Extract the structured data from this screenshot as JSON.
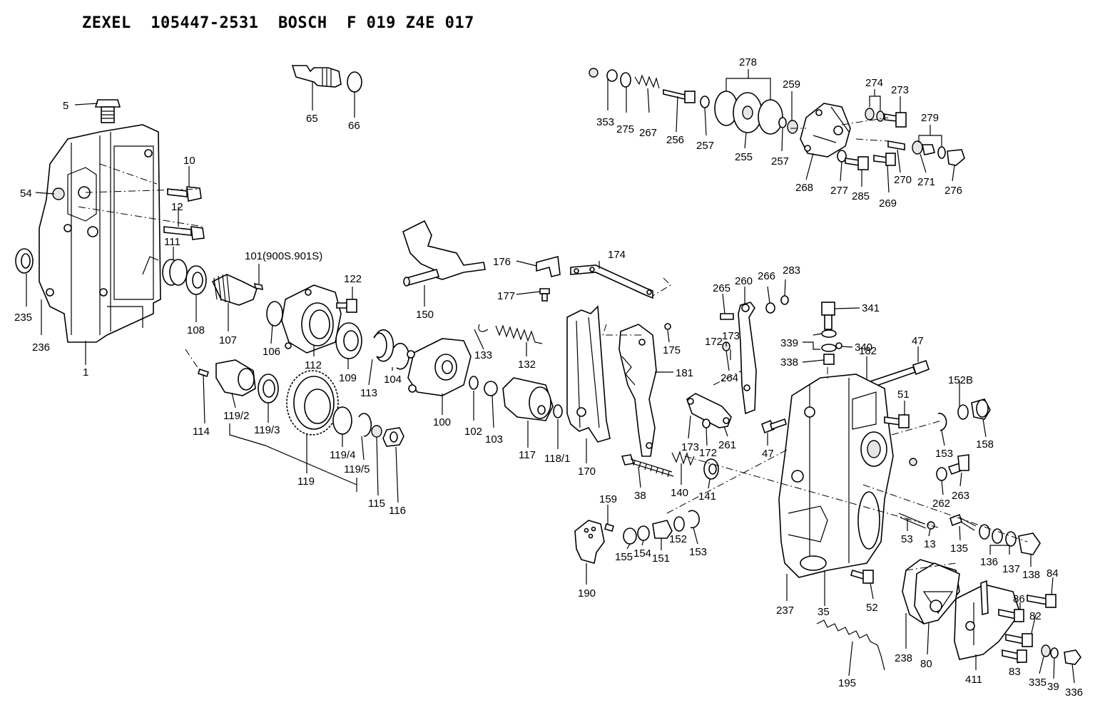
{
  "header": {
    "maker1": "ZEXEL",
    "pump_no": "105447-2531",
    "maker2": "BOSCH",
    "bosch_no": "F 019 Z4E 017"
  },
  "callouts": [
    {
      "id": "c5",
      "text": "5"
    },
    {
      "id": "c10",
      "text": "10"
    },
    {
      "id": "c54",
      "text": "54"
    },
    {
      "id": "c12",
      "text": "12"
    },
    {
      "id": "c111",
      "text": "111"
    },
    {
      "id": "c235",
      "text": "235"
    },
    {
      "id": "c236",
      "text": "236"
    },
    {
      "id": "c1",
      "text": "1"
    },
    {
      "id": "c108",
      "text": "108"
    },
    {
      "id": "c107",
      "text": "107"
    },
    {
      "id": "c101",
      "text": "101(900S.901S)"
    },
    {
      "id": "c106",
      "text": "106"
    },
    {
      "id": "c112",
      "text": "112"
    },
    {
      "id": "c122",
      "text": "122"
    },
    {
      "id": "c109",
      "text": "109"
    },
    {
      "id": "c113",
      "text": "113"
    },
    {
      "id": "c104",
      "text": "104"
    },
    {
      "id": "c65",
      "text": "65"
    },
    {
      "id": "c66",
      "text": "66"
    },
    {
      "id": "c114",
      "text": "114"
    },
    {
      "id": "c1192",
      "text": "119/2"
    },
    {
      "id": "c1193",
      "text": "119/3"
    },
    {
      "id": "c119",
      "text": "119"
    },
    {
      "id": "c1194",
      "text": "119/4"
    },
    {
      "id": "c1195",
      "text": "119/5"
    },
    {
      "id": "c115",
      "text": "115"
    },
    {
      "id": "c116",
      "text": "116"
    },
    {
      "id": "c150",
      "text": "150"
    },
    {
      "id": "c176",
      "text": "176"
    },
    {
      "id": "c177",
      "text": "177"
    },
    {
      "id": "c174",
      "text": "174"
    },
    {
      "id": "c133",
      "text": "133"
    },
    {
      "id": "c132",
      "text": "132"
    },
    {
      "id": "c100",
      "text": "100"
    },
    {
      "id": "c102",
      "text": "102"
    },
    {
      "id": "c103",
      "text": "103"
    },
    {
      "id": "c117",
      "text": "117"
    },
    {
      "id": "c1181",
      "text": "118/1"
    },
    {
      "id": "c170",
      "text": "170"
    },
    {
      "id": "c175",
      "text": "175"
    },
    {
      "id": "c181",
      "text": "181"
    },
    {
      "id": "c38",
      "text": "38"
    },
    {
      "id": "c140",
      "text": "140"
    },
    {
      "id": "c141",
      "text": "141"
    },
    {
      "id": "c159",
      "text": "159"
    },
    {
      "id": "c190",
      "text": "190"
    },
    {
      "id": "c155",
      "text": "155"
    },
    {
      "id": "c154",
      "text": "154"
    },
    {
      "id": "c151",
      "text": "151"
    },
    {
      "id": "c152",
      "text": "152"
    },
    {
      "id": "c153a",
      "text": "153"
    },
    {
      "id": "c353",
      "text": "353"
    },
    {
      "id": "c275",
      "text": "275"
    },
    {
      "id": "c267",
      "text": "267"
    },
    {
      "id": "c256",
      "text": "256"
    },
    {
      "id": "c257a",
      "text": "257"
    },
    {
      "id": "c278",
      "text": "278"
    },
    {
      "id": "c255",
      "text": "255"
    },
    {
      "id": "c257b",
      "text": "257"
    },
    {
      "id": "c259",
      "text": "259"
    },
    {
      "id": "c268",
      "text": "268"
    },
    {
      "id": "c274",
      "text": "274"
    },
    {
      "id": "c273",
      "text": "273"
    },
    {
      "id": "c279",
      "text": "279"
    },
    {
      "id": "c277",
      "text": "277"
    },
    {
      "id": "c285",
      "text": "285"
    },
    {
      "id": "c269",
      "text": "269"
    },
    {
      "id": "c270",
      "text": "270"
    },
    {
      "id": "c271",
      "text": "271"
    },
    {
      "id": "c276",
      "text": "276"
    },
    {
      "id": "c265",
      "text": "265"
    },
    {
      "id": "c260",
      "text": "260"
    },
    {
      "id": "c266",
      "text": "266"
    },
    {
      "id": "c283",
      "text": "283"
    },
    {
      "id": "c172a",
      "text": "172"
    },
    {
      "id": "c173a",
      "text": "173"
    },
    {
      "id": "c264",
      "text": "264"
    },
    {
      "id": "c173b",
      "text": "173"
    },
    {
      "id": "c172b",
      "text": "172"
    },
    {
      "id": "c261",
      "text": "261"
    },
    {
      "id": "c341",
      "text": "341"
    },
    {
      "id": "c339",
      "text": "339"
    },
    {
      "id": "c340",
      "text": "340"
    },
    {
      "id": "c338",
      "text": "338"
    },
    {
      "id": "c182",
      "text": "182"
    },
    {
      "id": "c47a",
      "text": "47"
    },
    {
      "id": "c47b",
      "text": "47"
    },
    {
      "id": "c51",
      "text": "51"
    },
    {
      "id": "c152b",
      "text": "152B"
    },
    {
      "id": "c153b",
      "text": "153"
    },
    {
      "id": "c158",
      "text": "158"
    },
    {
      "id": "c262",
      "text": "262"
    },
    {
      "id": "c263",
      "text": "263"
    },
    {
      "id": "c53",
      "text": "53"
    },
    {
      "id": "c13",
      "text": "13"
    },
    {
      "id": "c135",
      "text": "135"
    },
    {
      "id": "c136",
      "text": "136"
    },
    {
      "id": "c137",
      "text": "137"
    },
    {
      "id": "c138",
      "text": "138"
    },
    {
      "id": "c84",
      "text": "84"
    },
    {
      "id": "c86",
      "text": "86"
    },
    {
      "id": "c82",
      "text": "82"
    },
    {
      "id": "c237",
      "text": "237"
    },
    {
      "id": "c35",
      "text": "35"
    },
    {
      "id": "c52",
      "text": "52"
    },
    {
      "id": "c238",
      "text": "238"
    },
    {
      "id": "c80",
      "text": "80"
    },
    {
      "id": "c411",
      "text": "411"
    },
    {
      "id": "c83",
      "text": "83"
    },
    {
      "id": "c335",
      "text": "335"
    },
    {
      "id": "c39",
      "text": "39"
    },
    {
      "id": "c336",
      "text": "336"
    },
    {
      "id": "c195",
      "text": "195"
    }
  ]
}
